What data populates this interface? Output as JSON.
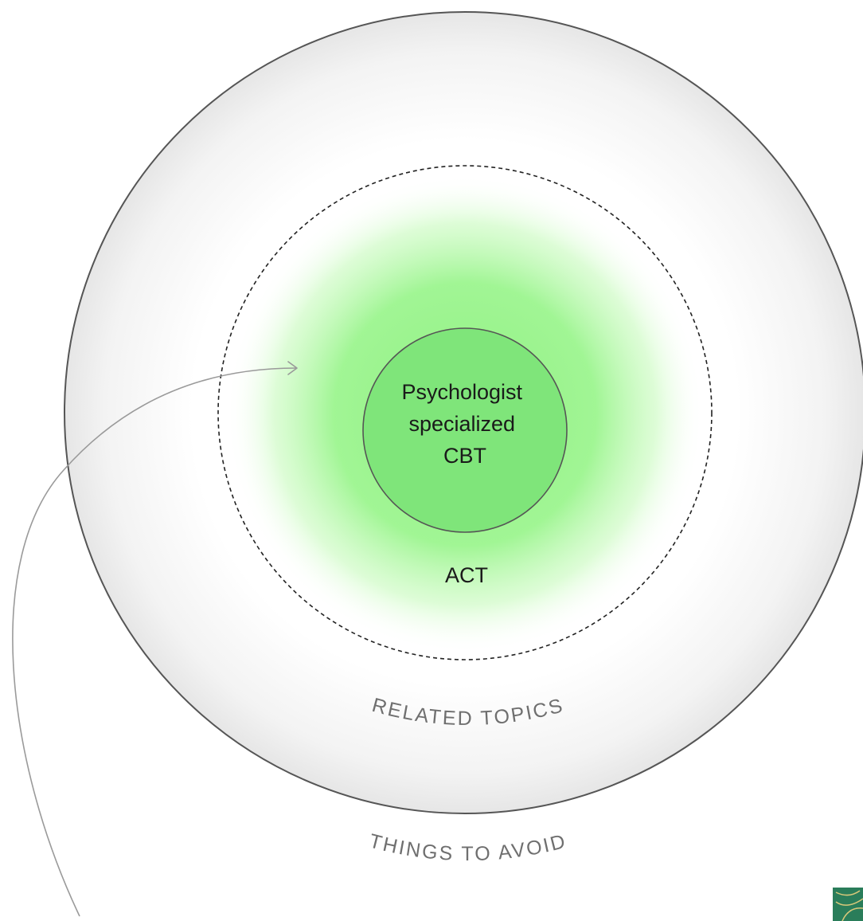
{
  "diagram": {
    "core_lines": [
      "Psychologist",
      "specialized",
      "CBT"
    ],
    "inner_ring_label": "ACT",
    "outer_ring_label": "RELATED TOPICS",
    "outside_label": "THINGS TO AVOID",
    "colors": {
      "core_green": "#7fe57a",
      "glow_green": "#9cf58f",
      "outer_fill": "#eeeeee",
      "outline": "#555555",
      "arrow": "#9a9a9a",
      "label_grey": "#6f6f6f",
      "logo_green": "#2a7d5a"
    },
    "icons": [
      "arrow-head-icon",
      "logo-icon"
    ]
  }
}
